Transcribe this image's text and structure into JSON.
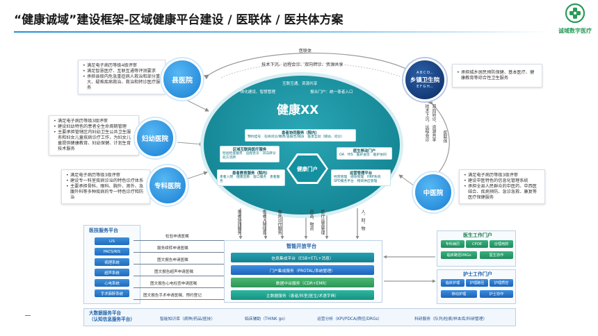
{
  "slide": {
    "title": "“健康诚域”建设框架-区域健康平台建设 / 医联体 / 医共体方案",
    "logo_text": "诚域数字医疗"
  },
  "colors": {
    "accent": "#1a7fd4",
    "teal": "#0e7c8b",
    "navy": "#0b2c62",
    "green": "#1f8d5e"
  },
  "hospitals": {
    "county": {
      "label": "县医院",
      "info": [
        "满足电子病历等级4级评审",
        "满足智慧医疗、互联互通等评测要求",
        "承担县级内危急重症病人救治和部分重大、疑难疾病救治、救治和转诊医疗服务"
      ]
    },
    "maternal": {
      "label": "妇幼医院",
      "info": [
        "满足电子病历等级3级评审",
        "建设妇幼特色的患者全生命周期管理",
        "主要承担管辖区内妇幼卫生公共卫生服务和妇女儿童疾病诊疗工作，为妇女儿童提供健康教育、妇幼保健、计划生育技术服务"
      ]
    },
    "specialty": {
      "label": "专科医院",
      "info": [
        "满足电子病历等级3级评审",
        "建设专一科室疾病诊治的特色诊疗体系",
        "主要承担骨科、眼科、胸外、肾外、急腹外科等多种疾病的专一特色诊疗和防治"
      ]
    },
    "township": {
      "label": "乡镇卫生院",
      "sub_top": "A B C D…",
      "sub_bottom": "E F G H…",
      "info": [
        "承担城乡居民预防保健、基本医疗、健康教育等综合性卫生服务"
      ]
    },
    "tcm": {
      "label": "中医院",
      "info": [
        "满足电子病历等级3级评审",
        "建设中医特色的信息化管理系统",
        "承担全县人民群众的中医药、中西医结合、疾病预防、急诊急救、康复等医疗保健服务"
      ]
    }
  },
  "ring": {
    "yilianti_top": "医联体",
    "yilianti_right": "医联体",
    "top_services": "技术下沉、远程会诊、双向转诊、资源共享",
    "right_services_1": "技术下沉、远程会诊",
    "right_services_2": "双向转诊、资源共享"
  },
  "core": {
    "label": "健康XX",
    "line1": "互联互通、资源共享",
    "line2_a": "一体化建设、智慧管理",
    "line2_b": "报合门户：统一患者入口",
    "portal": "健康门户",
    "mod_patient_title": "患者协同服务（院内）",
    "mod_patient_items": "预约挂号　在线问诊/缴费/查报告/随访　医患互动（随访、问诊）",
    "mod_internet_title": "区域互联网医疗服务",
    "mod_internet_items": "检验检查服务　远程会诊　双向转诊　处方流转",
    "mod_mobile_title": "医生移动门户",
    "mod_mobile_items": "OA　HIS　医护查房　医护协同",
    "mod_teach_title": "患者教育服务（院内）",
    "mod_teach_items": "患者入院　健康宣教　窗口服务　患者服务",
    "mod_ops_title": "运营管理平台",
    "mod_ops_items": "经营管理　绩效管理　HRP系统　SPD服务平台　物资供应管理"
  },
  "vertical_labels": [
    "患者协同服务",
    "患者入院信息",
    "临床诊疗服务",
    "医疗运营管理",
    "药品、物资",
    "人、财、物"
  ],
  "tech_panel": {
    "title": "医技服务平台",
    "items": [
      "LIS",
      "PACS/RIS",
      "病理系统",
      "超声系统",
      "心电系统",
      "手术麻醉系统"
    ]
  },
  "requests": [
    "检验申请医嘱",
    "服务续转申请医嘱",
    "图文报告申请医嘱",
    "图文报告超声申请医嘱",
    "图文报告心电检查申请医嘱",
    "图文报告手术申请医嘱、预约登记"
  ],
  "open_platform": {
    "title": "智能开放平台",
    "bars": [
      "信息集成平台（ESB+ETL+消息）",
      "门户集成服务（PROTAL/系统管理）",
      "数据中台服务（CDR+EMR）",
      "主数据服务（患者/科室/医生/术语字典）"
    ]
  },
  "doctor_portal": {
    "title": "医生工作门户",
    "items": [
      "专科病历",
      "CPOE",
      "合理用药",
      "临床路径DRGs",
      "医生协作"
    ]
  },
  "nurse_portal": {
    "title": "护士工作门户",
    "items": [
      "临床护理",
      "护理路径",
      "护理质控",
      "移动护理",
      "护士协作"
    ]
  },
  "bigdata": {
    "title_line1": "大数据服务平台",
    "title_line2": "（认知信息服务平台）",
    "items": [
      "智能知识库（病种/药品/医技）",
      "临床辅助（THINK go）",
      "运营分析（KPI/PDCA/质控/DRGs）",
      "科研服务（队列/检索/样本库/科研管理）"
    ]
  }
}
